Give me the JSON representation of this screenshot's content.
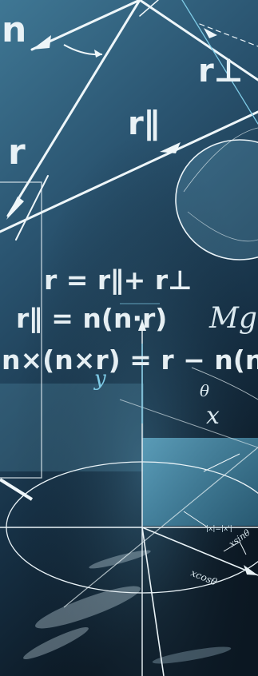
{
  "labels": {
    "n": "n",
    "r_perp": "r⊥",
    "r_parallel": "r∥",
    "r": "r",
    "mg": "Mg",
    "theta": "θ",
    "x": "x",
    "y": "y",
    "x_cos": "xcosθ",
    "x_sin": "xsinθ",
    "abs_x": "|x|=|x'|"
  },
  "formulas": {
    "line1": "r = r∥+ r⊥",
    "line2": "r∥ = n(n·r)",
    "line3": "n×(n×r) = r − n(n"
  },
  "colors": {
    "background": "#16324a",
    "chalk": "#eaf3f7",
    "cyan": "#7ecbe6",
    "panel": "#5fa9c6"
  }
}
